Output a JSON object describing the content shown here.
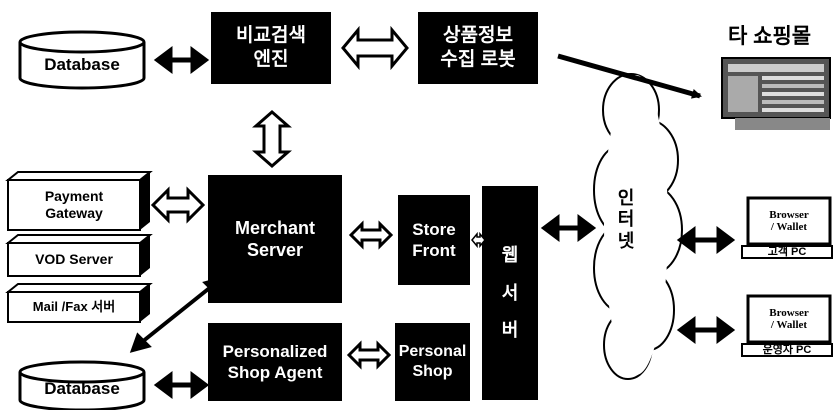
{
  "nodes": {
    "database_top": "Database",
    "search_engine": "비교검색\n엔진",
    "robot": "상품정보\n수집 로봇",
    "other_mall": "타 쇼핑몰",
    "payment_gateway": "Payment\nGateway",
    "vod_server": "VOD Server",
    "mail_fax": "Mail /Fax 서버",
    "merchant_server": "Merchant\nServer",
    "store_front": "Store\nFront",
    "web_server": "웹\n\n서\n\n버",
    "internet": "인\n터\n넷",
    "customer_browser": "Browser\n/ Wallet",
    "customer_pc": "고객 PC",
    "operator_browser": "Browser\n/ Wallet",
    "operator_pc": "운영자 PC",
    "personalized_agent": "Personalized\nShop Agent",
    "personal_shop": "Personal\nShop",
    "database_bottom": "Database"
  },
  "colors": {
    "box": "#000000",
    "box_text": "#ffffff",
    "line": "#000000"
  }
}
